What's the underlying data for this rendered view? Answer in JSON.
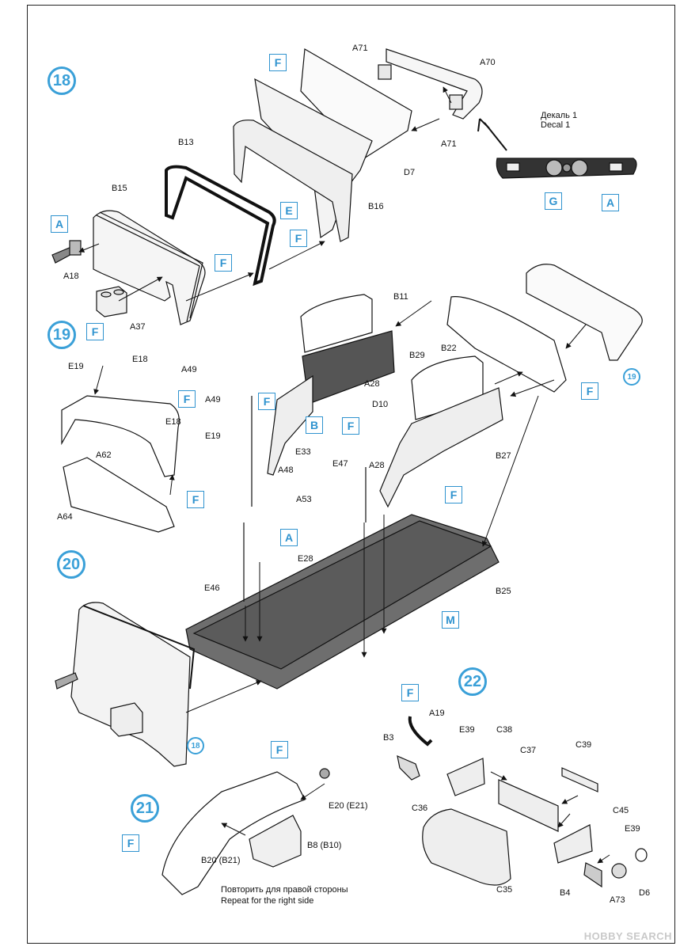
{
  "steps": [
    "18",
    "19",
    "20",
    "21",
    "22"
  ],
  "step_refs": {
    "ref_19": "19",
    "ref_18": "18"
  },
  "decal": {
    "ru": "Декаль 1",
    "en": "Decal 1"
  },
  "parts": {
    "A71_top": "A71",
    "A70": "A70",
    "A71_bot": "A71",
    "D7": "D7",
    "B16": "B16",
    "B13": "B13",
    "B15": "B15",
    "A18": "A18",
    "A37": "A37",
    "B11": "B11",
    "B29": "B29",
    "B22": "B22",
    "A28_l": "A28",
    "D10": "D10",
    "B27": "B27",
    "A28_r": "A28",
    "E47": "E47",
    "E19_l": "E19",
    "E18_t": "E18",
    "A49_t": "A49",
    "E18_b": "E18",
    "A49_b": "A49",
    "E19_r": "E19",
    "A62": "A62",
    "A64": "A64",
    "E33": "E33",
    "A48": "A48",
    "A53": "A53",
    "E28": "E28",
    "E46": "E46",
    "B25": "B25",
    "E20": "E20 (E21)",
    "B8": "B8 (B10)",
    "B20": "B20 (B21)",
    "A19": "A19",
    "B3": "B3",
    "E39_t": "E39",
    "C38": "C38",
    "C37": "C37",
    "C39": "C39",
    "C36": "C36",
    "C45": "C45",
    "E39_r": "E39",
    "C35": "C35",
    "B4": "B4",
    "A73": "A73",
    "D6": "D6"
  },
  "colors": {
    "F_1": "F",
    "F_2": "F",
    "F_3": "F",
    "E_1": "E",
    "A_1": "A",
    "F_4": "F",
    "G_1": "G",
    "A_2": "A",
    "F_5": "F",
    "F_6": "F",
    "B_1": "B",
    "F_7": "F",
    "F_8": "F",
    "F_9": "F",
    "F_10": "F",
    "A_3": "A",
    "M_1": "M",
    "F_11": "F",
    "F_12": "F",
    "F_13": "F"
  },
  "notes": {
    "ru": "Повторить для правой стороны",
    "en": "Repeat for the right side"
  },
  "watermark": "HOBBY SEARCH",
  "accent": "#3aa0d8"
}
